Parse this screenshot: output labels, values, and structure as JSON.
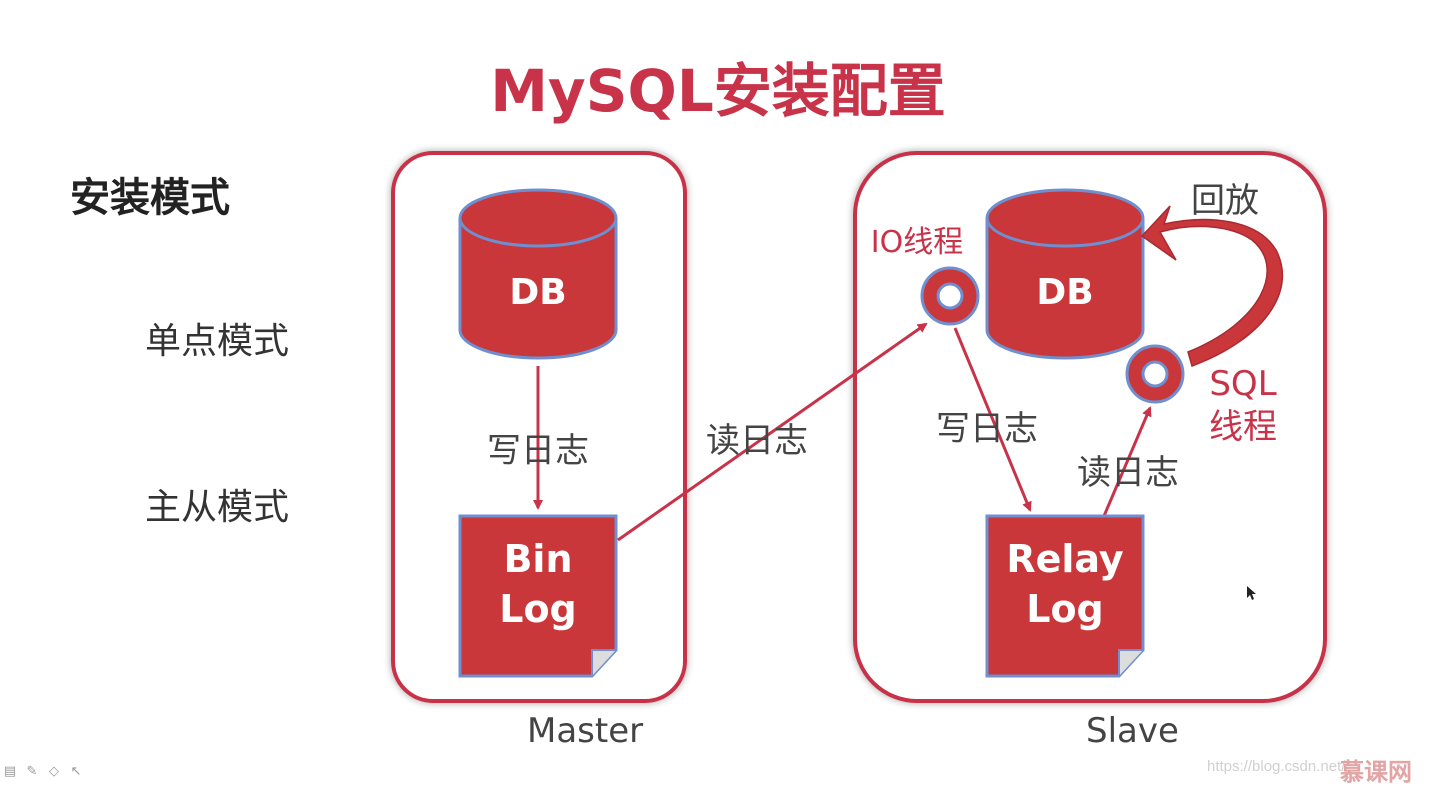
{
  "title": "MySQL安装配置",
  "sidebar": {
    "heading": "安装模式",
    "modes": [
      "单点模式",
      "主从模式"
    ]
  },
  "diagram": {
    "master": {
      "caption": "Master",
      "db_label": "DB",
      "edge_label": "写日志",
      "log_line1": "Bin",
      "log_line2": "Log"
    },
    "slave": {
      "caption": "Slave",
      "db_label": "DB",
      "io_thread": "IO线程",
      "sql_thread_line1": "SQL",
      "sql_thread_line2": "线程",
      "replay_label": "回放",
      "write_label": "写日志",
      "read_label": "读日志",
      "log_line1": "Relay",
      "log_line2": "Log"
    },
    "cross_label": "读日志"
  },
  "colors": {
    "accent": "#c8334a",
    "fill_red": "#c9373a",
    "outline_blue": "#6f8fd0"
  },
  "footer": {
    "watermark": "https://blog.csdn.net/",
    "brand": "慕课网"
  }
}
